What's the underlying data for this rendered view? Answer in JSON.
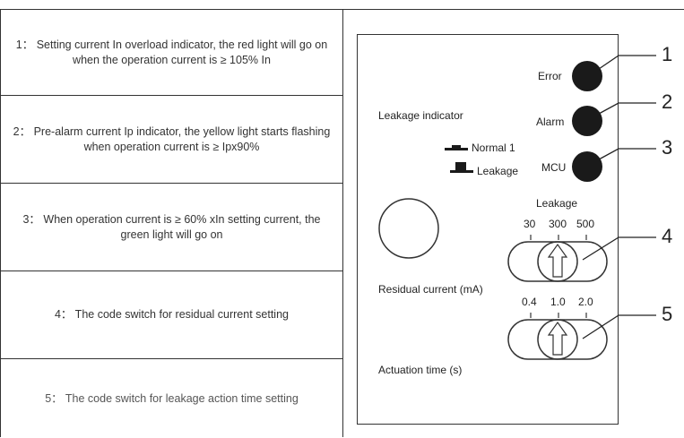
{
  "descriptions": [
    {
      "text": "1：  Setting current In overload indicator, the red light will go on when the operation current is ≥ 105% In"
    },
    {
      "text": "2：  Pre-alarm current Ip indicator, the yellow light starts flashing when operation current is ≥ Ipx90%"
    },
    {
      "text": "3：  When operation current is ≥ 60% xIn setting current, the green light will go on"
    },
    {
      "text": "4：  The code switch for residual current setting"
    },
    {
      "text": "5：  The code switch for leakage action time setting"
    }
  ],
  "device": {
    "indicators": {
      "error": "Error",
      "alarm": "Alarm",
      "mcu": "MCU"
    },
    "leakage_indicator_title": "Leakage indicator",
    "legend_normal": "Normal 1",
    "legend_leakage": "Leakage",
    "residual_current_label": "Residual current (mA)",
    "leakage_switch": {
      "title": "Leakage",
      "ticks": [
        "30",
        "300",
        "500"
      ]
    },
    "time_switch": {
      "ticks": [
        "0.4",
        "1.0",
        "2.0"
      ]
    },
    "actuation_time_label": "Actuation time (s)"
  },
  "callouts": [
    "1",
    "2",
    "3",
    "4",
    "5"
  ]
}
